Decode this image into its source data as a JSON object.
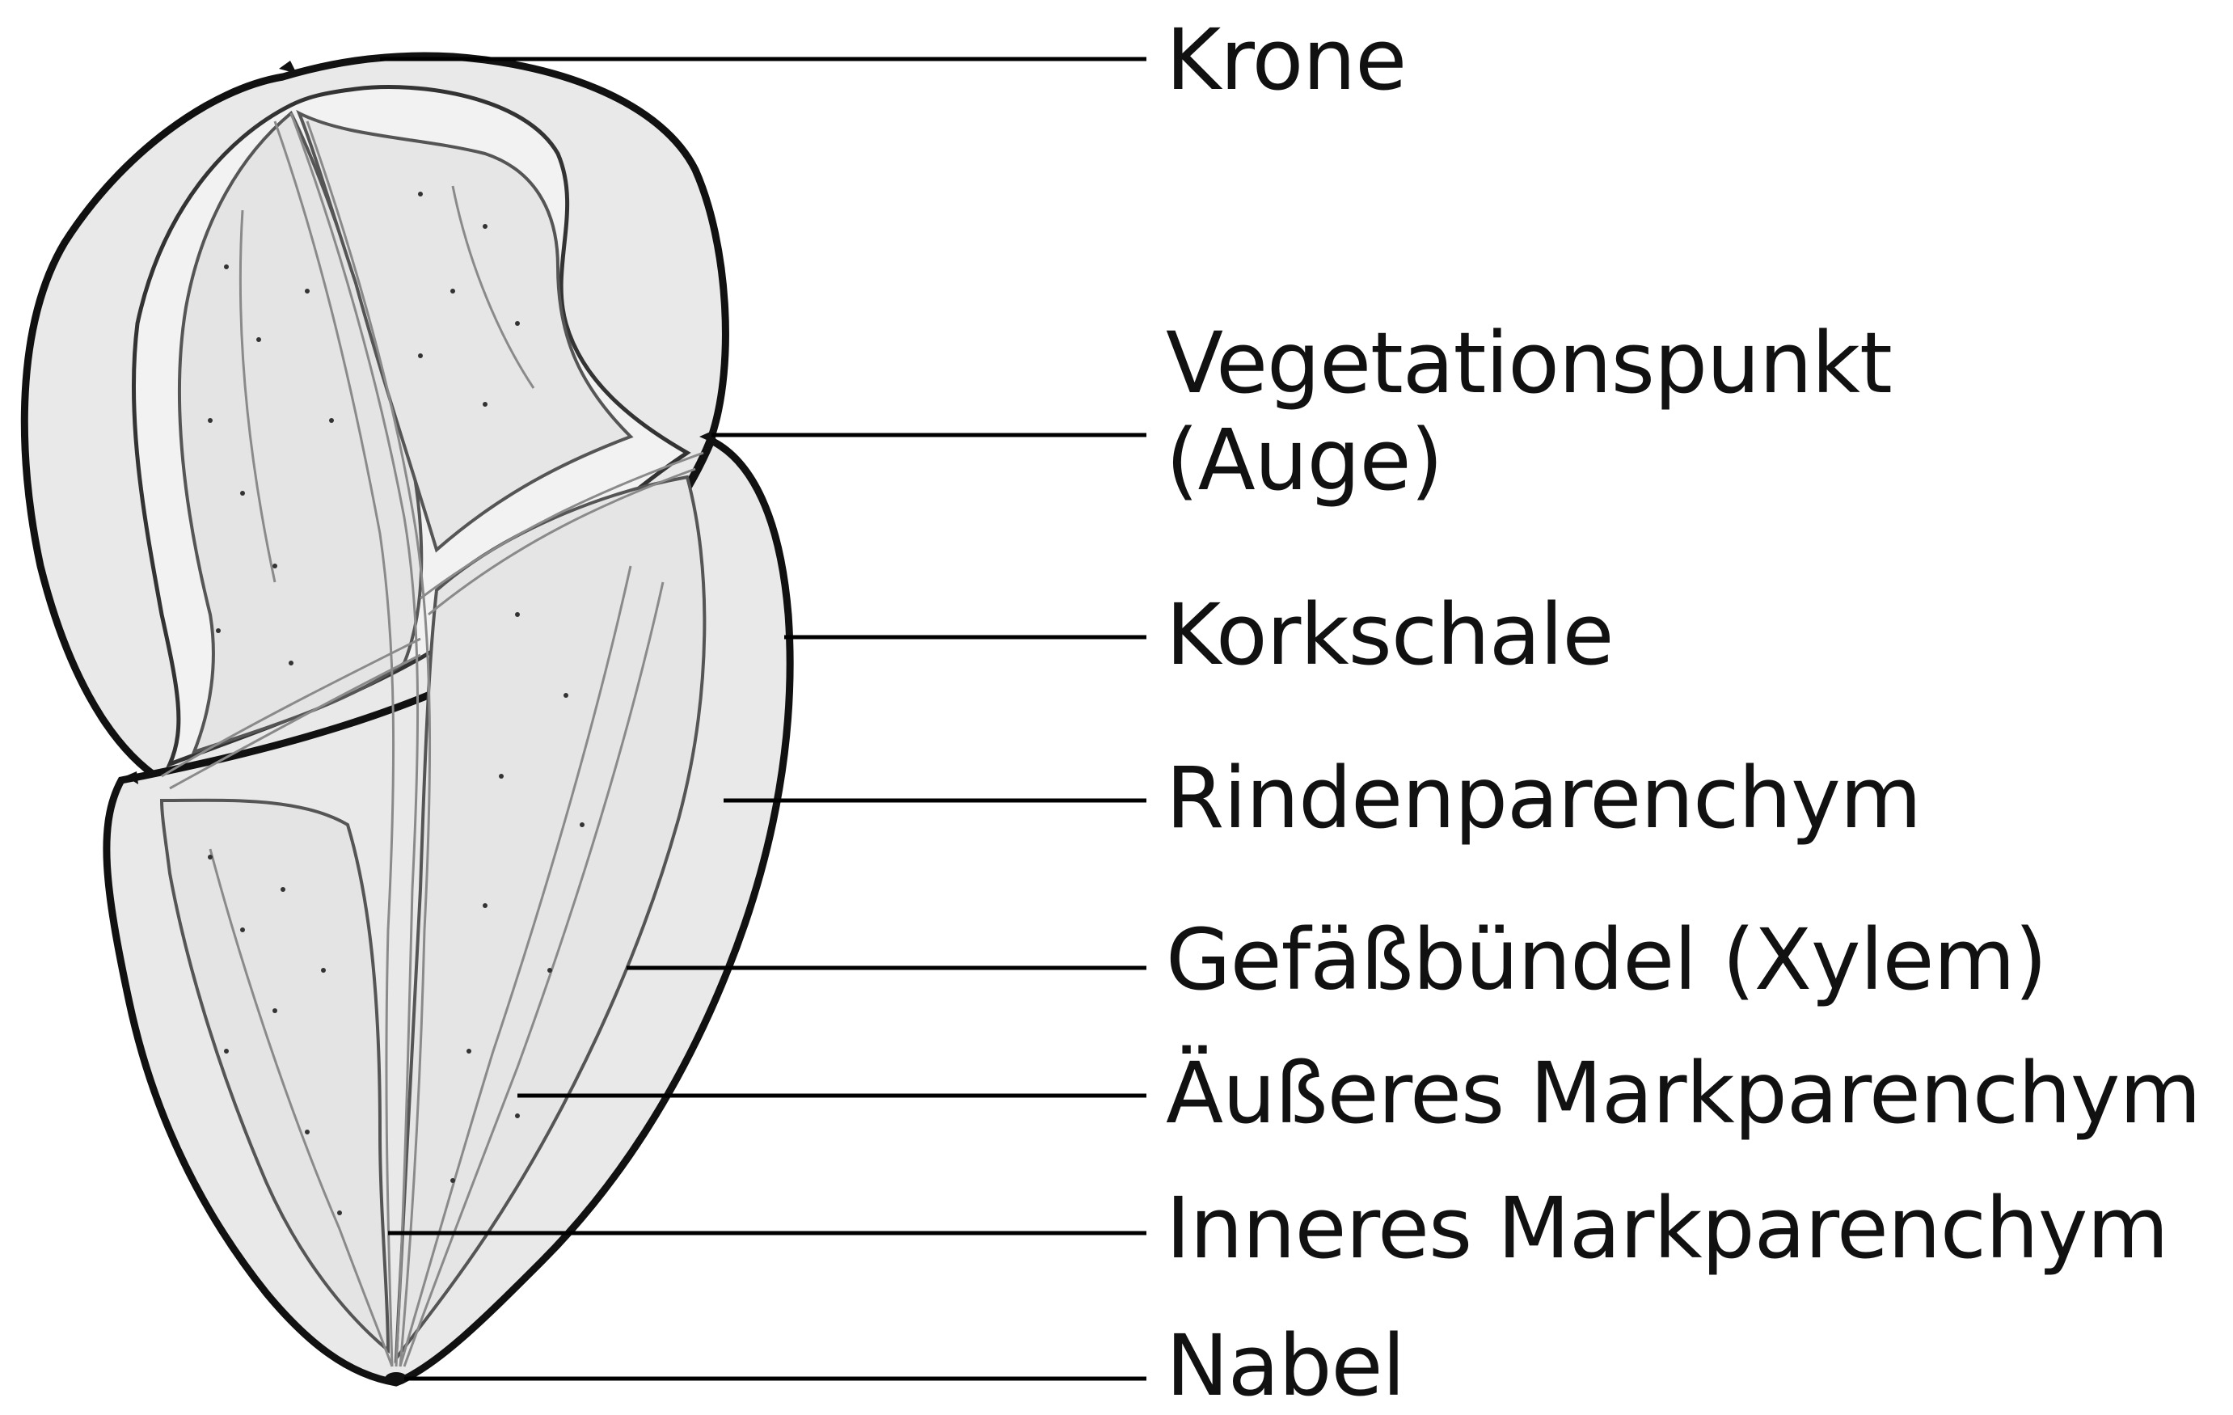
{
  "labels": {
    "krone": "Krone",
    "vegetationspunkt_1": "Vegetationspunkt",
    "vegetationspunkt_2": "(Auge)",
    "korkschale": "Korkschale",
    "rindenparenchym": "Rindenparenchym",
    "gefaessbuendel": "Gefäßbündel (Xylem)",
    "aeusseres_markparenchym": "Äußeres Markparenchym",
    "inneres_markparenchym": "Inneres Markparenchym",
    "nabel": "Nabel"
  },
  "colors": {
    "ink": "#111111",
    "tuber_fill": "#e9e9e9",
    "cortex_fill": "#f2f2f2",
    "vascular_line": "#8a8a8a",
    "leader_line": "#000000"
  },
  "icons": {
    "illustration": "potato-tuber-cross-section-drawing"
  }
}
